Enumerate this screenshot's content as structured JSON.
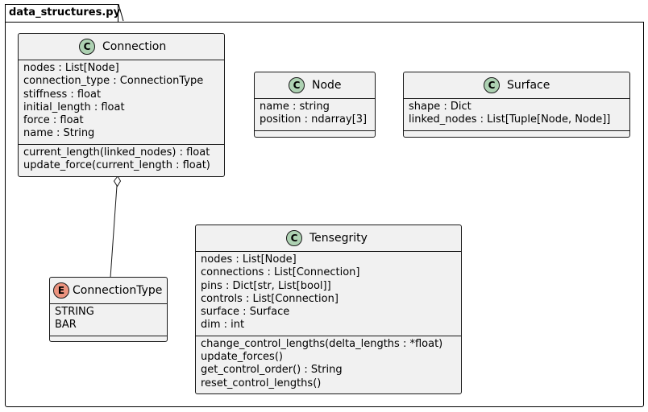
{
  "package": {
    "name": "data_structures.py"
  },
  "classes": {
    "connection": {
      "name": "Connection",
      "stereotype": "C",
      "fields": [
        "nodes : List[Node]",
        "connection_type : ConnectionType",
        "stiffness : float",
        "initial_length : float",
        "force : float",
        "name : String"
      ],
      "methods": [
        "current_length(linked_nodes) : float",
        "update_force(current_length : float)"
      ]
    },
    "node": {
      "name": "Node",
      "stereotype": "C",
      "fields": [
        "name : string",
        "position : ndarray[3]"
      ],
      "methods": []
    },
    "surface": {
      "name": "Surface",
      "stereotype": "C",
      "fields": [
        "shape : Dict",
        "linked_nodes : List[Tuple[Node, Node]]"
      ],
      "methods": []
    },
    "tensegrity": {
      "name": "Tensegrity",
      "stereotype": "C",
      "fields": [
        "nodes : List[Node]",
        "connections : List[Connection]",
        "pins : Dict[str, List[bool]]",
        "controls : List[Connection]",
        "surface : Surface",
        "dim : int"
      ],
      "methods": [
        "change_control_lengths(delta_lengths : *float)",
        "update_forces()",
        "get_control_order() : String",
        "reset_control_lengths()"
      ]
    },
    "connection_type": {
      "name": "ConnectionType",
      "stereotype": "E",
      "values": [
        "STRING",
        "BAR"
      ],
      "extra": []
    }
  },
  "relations": [
    {
      "from": "Connection",
      "to": "ConnectionType",
      "kind": "aggregation"
    }
  ]
}
